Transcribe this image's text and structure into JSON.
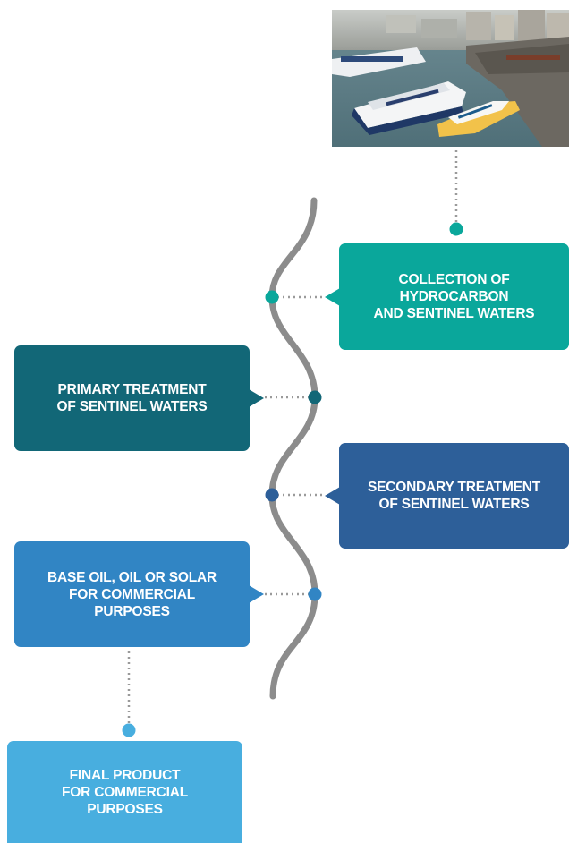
{
  "steps": [
    {
      "id": "collection",
      "label": "COLLECTION OF\nHYDROCARBON\nAND SENTINEL WATERS",
      "color": "#0aa79b"
    },
    {
      "id": "primary",
      "label": "PRIMARY TREATMENT\nOF SENTINEL WATERS",
      "color": "#126777"
    },
    {
      "id": "secondary",
      "label": "SECONDARY TREATMENT\nOF SENTINEL WATERS",
      "color": "#2d5f99"
    },
    {
      "id": "base_oil",
      "label": "BASE OIL, OIL OR SOLAR\nFOR COMMERCIAL\nPURPOSES",
      "color": "#3185c4"
    },
    {
      "id": "final",
      "label": "FINAL PRODUCT\nFOR COMMERCIAL\nPURPOSES",
      "color": "#48aedf"
    }
  ],
  "colors": {
    "wave": "#8c8c8c",
    "dotted": "#9a9a9a"
  },
  "photo": {
    "subject": "ferries-in-harbor-photo"
  }
}
